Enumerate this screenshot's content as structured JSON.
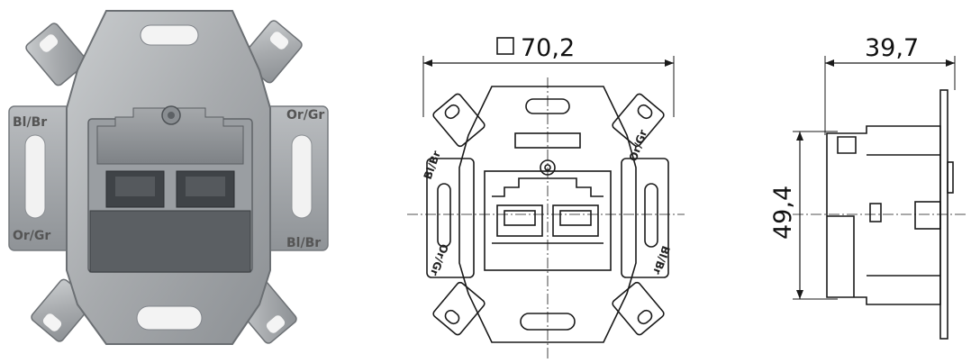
{
  "dimensions": {
    "width": "70,2",
    "depth": "39,7",
    "height": "49,4"
  },
  "wire_labels": {
    "top_left": "Bl/Br",
    "top_right": "Or/Gr",
    "bottom_left": "Or/Gr",
    "bottom_right": "Bl/Br"
  },
  "colors": {
    "metal": "#a9acaf",
    "metal_dark": "#7d8185",
    "line": "#1a1a1a"
  }
}
